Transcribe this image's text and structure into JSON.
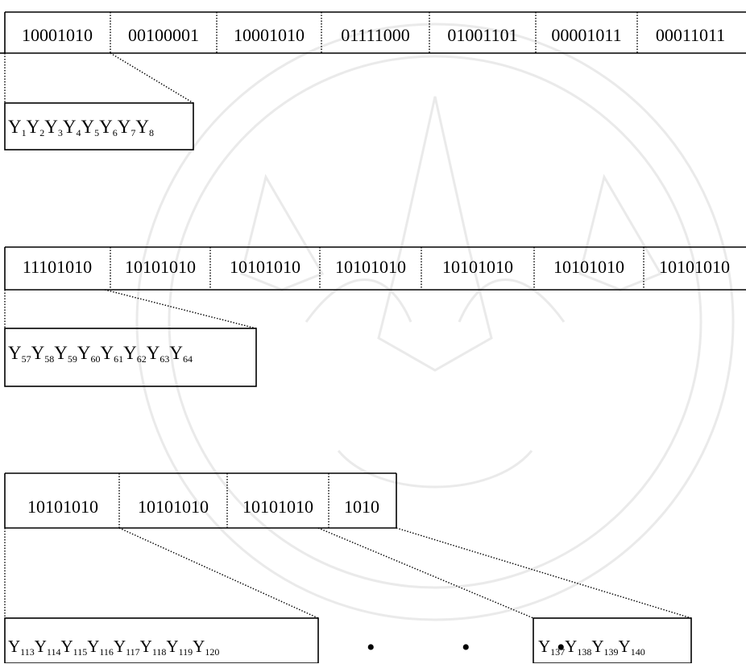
{
  "rows": [
    {
      "bytes": [
        "10001010",
        "00100001",
        "10001010",
        "01111000",
        "01001101",
        "00001011",
        "00011011"
      ],
      "ygroup": [
        [
          "Y",
          "1"
        ],
        [
          "Y",
          "2"
        ],
        [
          "Y",
          "3"
        ],
        [
          "Y",
          "4"
        ],
        [
          "Y",
          "5"
        ],
        [
          "Y",
          "6"
        ],
        [
          "Y",
          "7"
        ],
        [
          "Y",
          "8"
        ]
      ]
    },
    {
      "bytes": [
        "11101010",
        "10101010",
        "10101010",
        "10101010",
        "10101010",
        "10101010",
        "10101010"
      ],
      "ygroup": [
        [
          "Y",
          "57"
        ],
        [
          "Y",
          "58"
        ],
        [
          "Y",
          "59"
        ],
        [
          "Y",
          "60"
        ],
        [
          "Y",
          "61"
        ],
        [
          "Y",
          "62"
        ],
        [
          "Y",
          "63"
        ],
        [
          "Y",
          "64"
        ]
      ]
    },
    {
      "bytes": [
        "10101010",
        "10101010",
        "10101010",
        "1010"
      ],
      "ygroup_a": [
        [
          "Y",
          "113"
        ],
        [
          "Y",
          "114"
        ],
        [
          "Y",
          "115"
        ],
        [
          "Y",
          "116"
        ],
        [
          "Y",
          "117"
        ],
        [
          "Y",
          "118"
        ],
        [
          "Y",
          "119"
        ],
        [
          "Y",
          "120"
        ]
      ],
      "ygroup_b": [
        [
          "Y",
          "137"
        ],
        [
          "Y",
          "138"
        ],
        [
          "Y",
          "139"
        ],
        [
          "Y",
          "140"
        ]
      ]
    }
  ],
  "ellipsis": "• • •"
}
